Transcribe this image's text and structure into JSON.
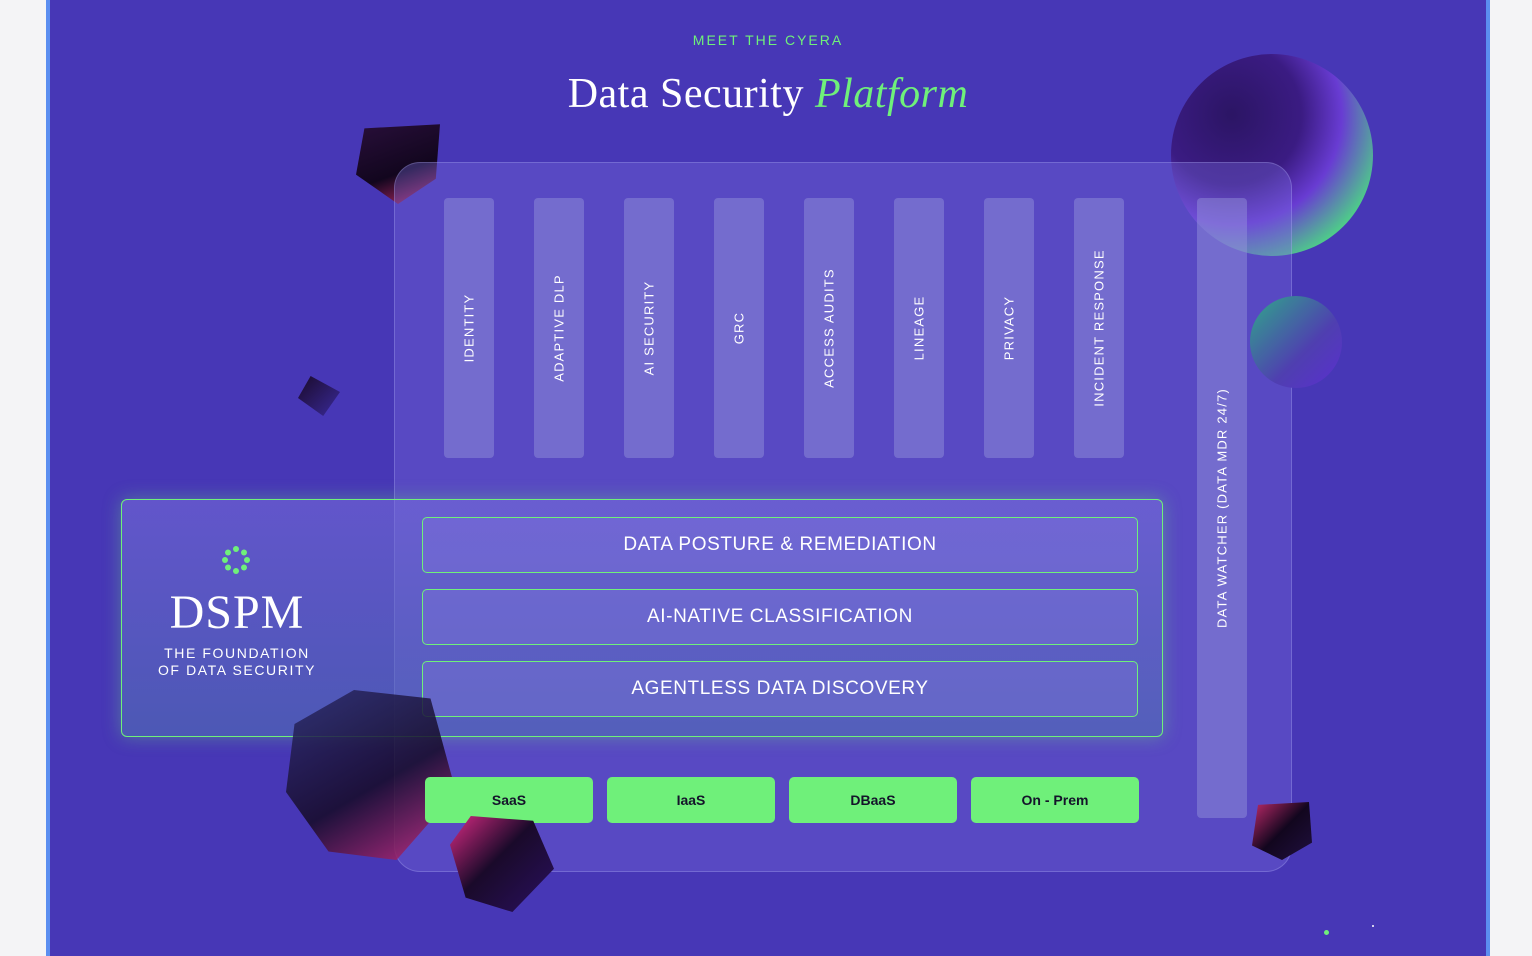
{
  "header": {
    "eyebrow": "MEET THE CYERA",
    "title_main": "Data Security",
    "title_accent": "Platform"
  },
  "pillars": [
    {
      "label": "IDENTITY"
    },
    {
      "label": "ADAPTIVE DLP"
    },
    {
      "label": "AI SECURITY"
    },
    {
      "label": "GRC"
    },
    {
      "label": "ACCESS AUDITS"
    },
    {
      "label": "LINEAGE"
    },
    {
      "label": "PRIVACY"
    },
    {
      "label": "INCIDENT RESPONSE"
    }
  ],
  "watcher": {
    "label": "DATA WATCHER (DATA MDR 24/7)"
  },
  "dspm": {
    "title": "DSPM",
    "subtitle_line1": "THE FOUNDATION",
    "subtitle_line2": "OF DATA SECURITY",
    "logo_icon": "ring-dots-icon",
    "accent_color": "#6ff07a"
  },
  "layers": [
    {
      "label": "DATA POSTURE & REMEDIATION"
    },
    {
      "label": "AI-NATIVE CLASSIFICATION"
    },
    {
      "label": "AGENTLESS DATA DISCOVERY"
    }
  ],
  "environments": [
    {
      "label": "SaaS"
    },
    {
      "label": "IaaS"
    },
    {
      "label": "DBaaS"
    },
    {
      "label": "On - Prem"
    }
  ],
  "colors": {
    "background": "#4737b6",
    "accent": "#6ff07a",
    "frame_border": "#5b8ef0"
  }
}
